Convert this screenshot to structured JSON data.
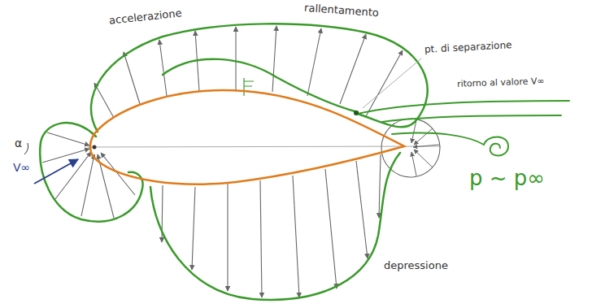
{
  "diagram": {
    "labels": [
      "accelerazione",
      "rallentamento",
      "pt. di separazione",
      "ritorno al valore V∞",
      "p ~ p∞",
      "depressione",
      "α",
      "V∞"
    ]
  }
}
